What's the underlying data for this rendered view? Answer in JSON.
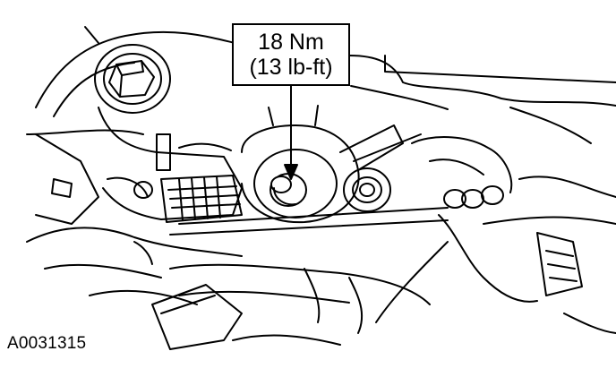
{
  "callout": {
    "metric": "18 Nm",
    "imperial": "(13 lb-ft)"
  },
  "figure_code": "A0031315",
  "colors": {
    "ink": "#000000",
    "paper": "#ffffff"
  }
}
